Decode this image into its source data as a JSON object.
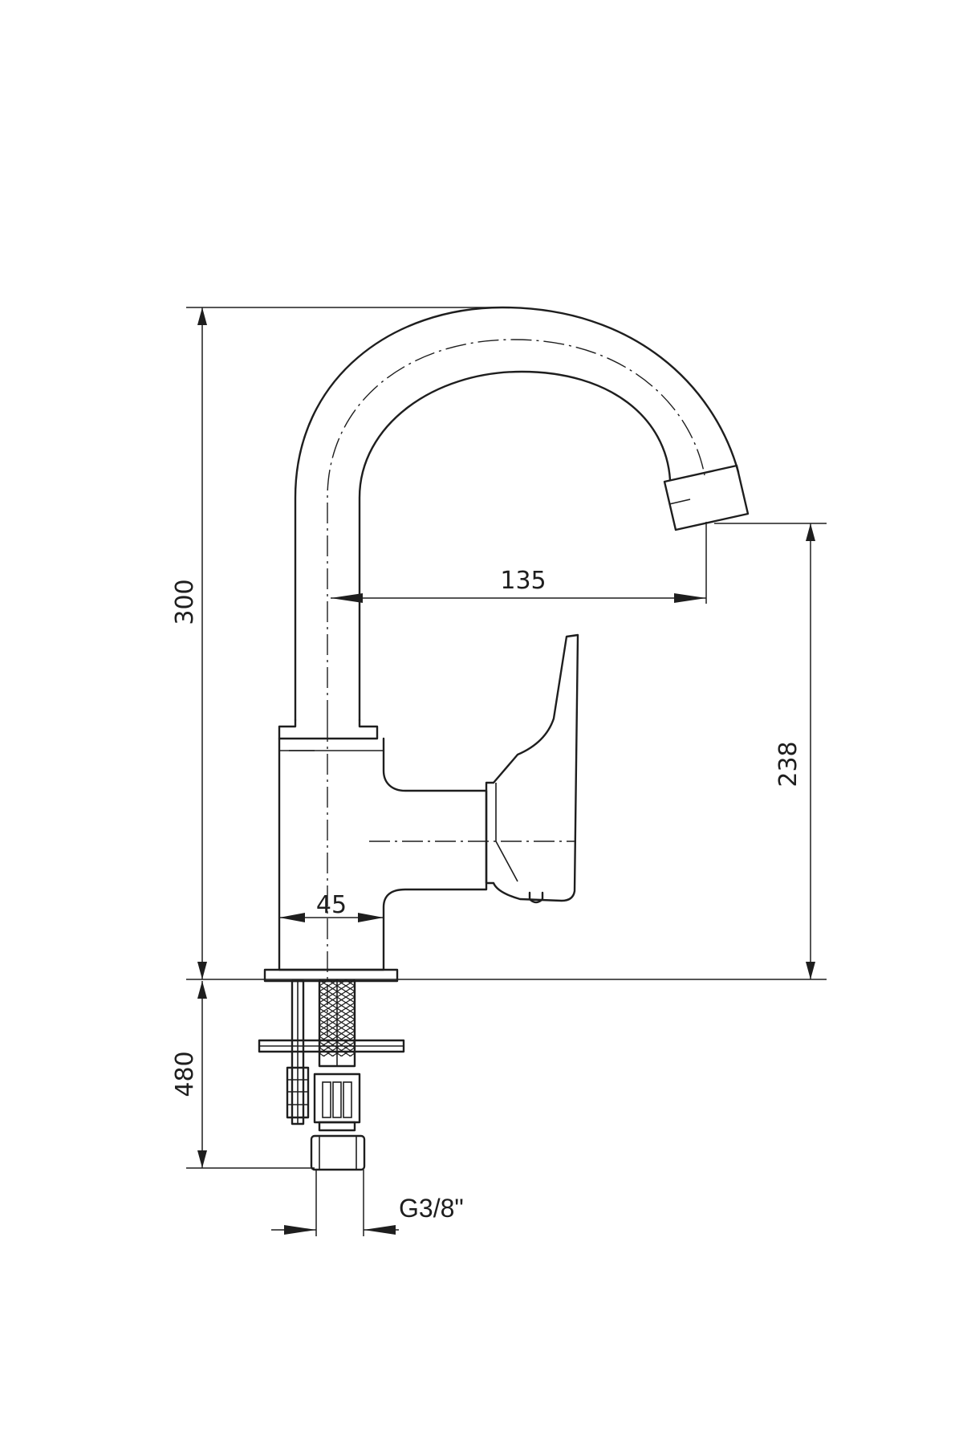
{
  "dimensions": {
    "total_height": "300",
    "spout_height": "238",
    "spout_reach": "135",
    "body_width": "45",
    "hose_length": "480",
    "connection_thread": "G3/8\""
  },
  "colors": {
    "line": "#1e1e1e",
    "background": "#ffffff"
  }
}
